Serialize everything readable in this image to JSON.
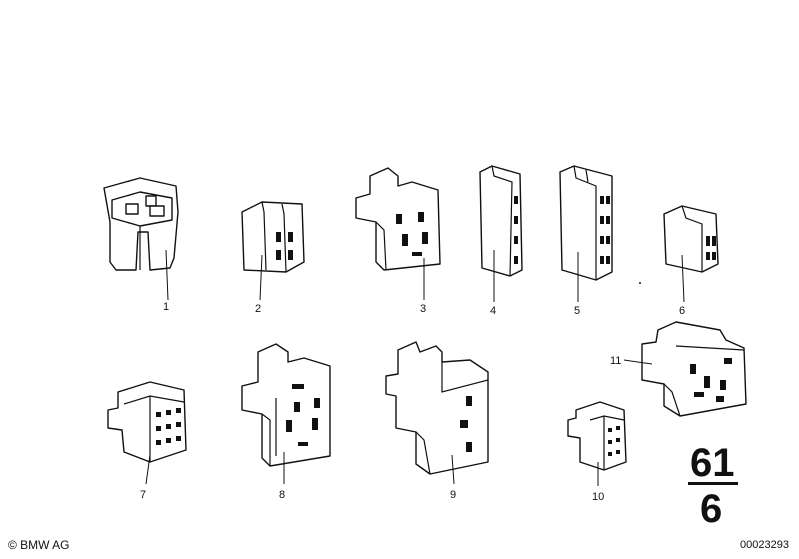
{
  "copyright": "© BMW AG",
  "image_number": "00023293",
  "group_number": {
    "top": "61",
    "bottom": "6"
  },
  "parts": [
    {
      "label": "1"
    },
    {
      "label": "2"
    },
    {
      "label": "3"
    },
    {
      "label": "4"
    },
    {
      "label": "5"
    },
    {
      "label": "6"
    },
    {
      "label": "7"
    },
    {
      "label": "8"
    },
    {
      "label": "9"
    },
    {
      "label": "10"
    },
    {
      "label": "11"
    }
  ]
}
